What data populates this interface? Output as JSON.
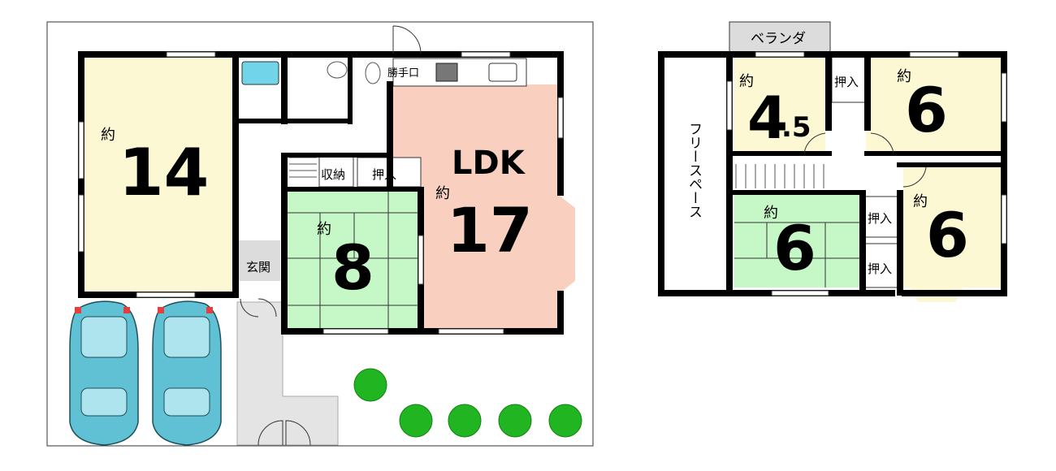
{
  "colors": {
    "western_room": "#fbf8d3",
    "tatami_room": "#c6f7c6",
    "ldk": "#f9d0c0",
    "wall": "#000000",
    "car_body": "#5fc1d3",
    "tree": "#22b522",
    "bath": "#72d4e8",
    "entrance_tile": "#d8d8d8",
    "balcony": "#dcdcdc"
  },
  "floor1": {
    "west_room": {
      "approx": "約",
      "size": "14"
    },
    "tatami_room": {
      "approx": "約",
      "size": "8"
    },
    "ldk": {
      "name": "LDK",
      "approx": "約",
      "size": "17"
    },
    "storage": "収納",
    "closet": "押入",
    "back_door": "勝手口",
    "entrance": "玄関"
  },
  "floor2": {
    "balcony": "ベランダ",
    "free_space": "フリースペース",
    "room_a": {
      "approx": "約",
      "size_main": "4",
      "size_decimal": ".5"
    },
    "room_b": {
      "approx": "約",
      "size": "6"
    },
    "room_c_tatami": {
      "approx": "約",
      "size": "6"
    },
    "room_d": {
      "approx": "約",
      "size": "6"
    },
    "closet_1": "押入",
    "closet_2": "押入",
    "closet_3": "押入"
  }
}
